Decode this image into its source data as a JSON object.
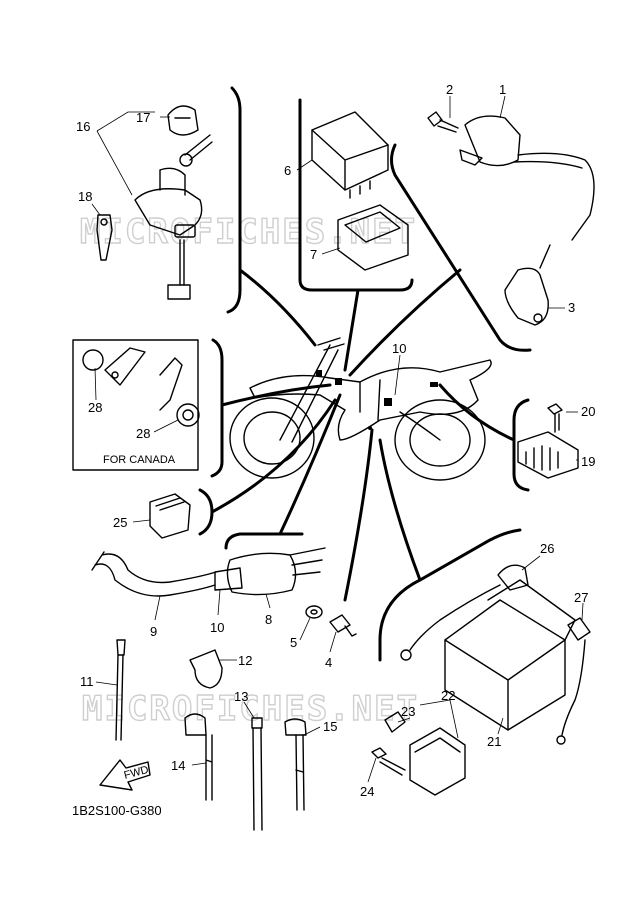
{
  "callouts": {
    "c1": "1",
    "c2": "2",
    "c3": "3",
    "c4": "4",
    "c5": "5",
    "c6": "6",
    "c7": "7",
    "c8": "8",
    "c9": "9",
    "c10a": "10",
    "c10b": "10",
    "c11": "11",
    "c12": "12",
    "c13": "13",
    "c14": "14",
    "c15": "15",
    "c16": "16",
    "c17": "17",
    "c18": "18",
    "c19": "19",
    "c20": "20",
    "c21": "21",
    "c22": "22",
    "c23": "23",
    "c24": "24",
    "c25": "25",
    "c26": "26",
    "c27": "27",
    "c28a": "28",
    "c28b": "28"
  },
  "canada_note": "FOR CANADA",
  "fwd_label": "FWD",
  "diagram_code": "1B2S100-G380",
  "watermark_top": "MICROFICHES.NET",
  "watermark_bottom": "MICROFICHES.NET"
}
